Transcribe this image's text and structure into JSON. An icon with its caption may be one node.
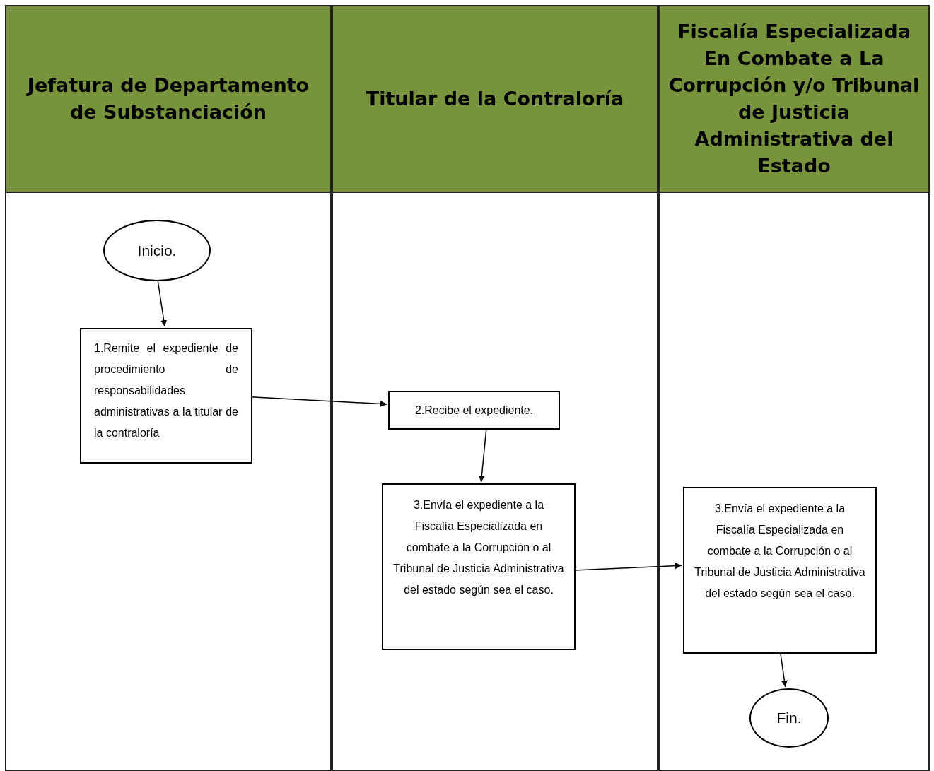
{
  "diagram": {
    "nodes": [
      {
        "text": [
          "Jefatura de Departamento de Substanciación"
        ]
      },
      {
        "text": [
          "Titular de la Contraloría"
        ]
      },
      {
        "text": [
          "Fiscalía Especializada En Combate a La Corrupción y/o Tribunal de Justicia Administrativa del Estado"
        ]
      },
      {
        "text": [
          "Inicio."
        ],
        "in": 0
      },
      {
        "text": [
          "1.Remite el expediente de procedimiento de responsabilidades administrativas a la titular de la contraloría"
        ],
        "in": 0
      },
      {
        "text": [
          "2.Recibe el expediente."
        ],
        "in": 1
      },
      {
        "text": [
          "3.Envía el expediente a la Fiscalía Especializada en combate a la Corrupción o al Tribunal de Justicia Administrativa del estado según sea el caso."
        ],
        "in": 1
      },
      {
        "text": [
          "3.Envía el expediente a la Fiscalía Especializada en combate a la Corrupción o al Tribunal de Justicia Administrativa del estado según sea el caso."
        ],
        "in": 2
      },
      {
        "text": [
          "Fin."
        ],
        "in": 2
      }
    ],
    "edges": [
      {
        "from": 3,
        "to": 4,
        "arrow": "to"
      },
      {
        "from": 4,
        "to": 5,
        "arrow": "to"
      },
      {
        "from": 5,
        "to": 6,
        "arrow": "to"
      },
      {
        "from": 6,
        "to": 7,
        "arrow": "to"
      },
      {
        "from": 7,
        "to": 8,
        "arrow": "to"
      }
    ]
  }
}
